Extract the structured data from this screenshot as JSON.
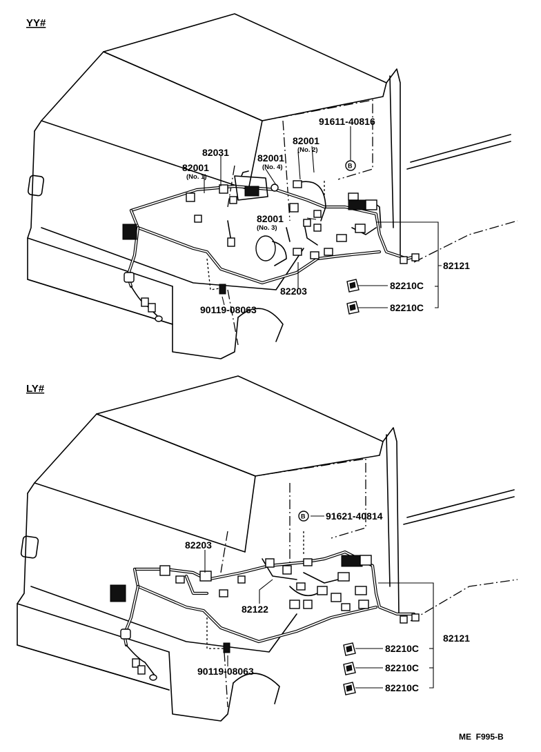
{
  "sections": {
    "top": {
      "heading": "YY#",
      "labels": {
        "p82031": "82031",
        "p82001_no1": "82001",
        "p82001_no1_sub": "(No. 1)",
        "p82001_no4": "82001",
        "p82001_no4_sub": "(No. 4)",
        "p82001_no2": "82001",
        "p82001_no2_sub": "(No. 2)",
        "p82001_no3": "82001",
        "p82001_no3_sub": "(No. 3)",
        "bolt_top": "91611-40816",
        "p82121": "82121",
        "p82210c_a": "82210C",
        "p82210c_b": "82210C",
        "p82203": "82203",
        "screw": "90119-08063"
      },
      "bolt_marker": "B"
    },
    "bottom": {
      "heading": "LY#",
      "labels": {
        "bolt_bottom": "91621-40814",
        "p82203": "82203",
        "p82122": "82122",
        "p82121": "82121",
        "p82210c_a": "82210C",
        "p82210c_b": "82210C",
        "p82210c_c": "82210C",
        "screw": "90119-08063"
      },
      "bolt_marker": "B"
    }
  },
  "footer": {
    "code": "ME  F995-B"
  }
}
